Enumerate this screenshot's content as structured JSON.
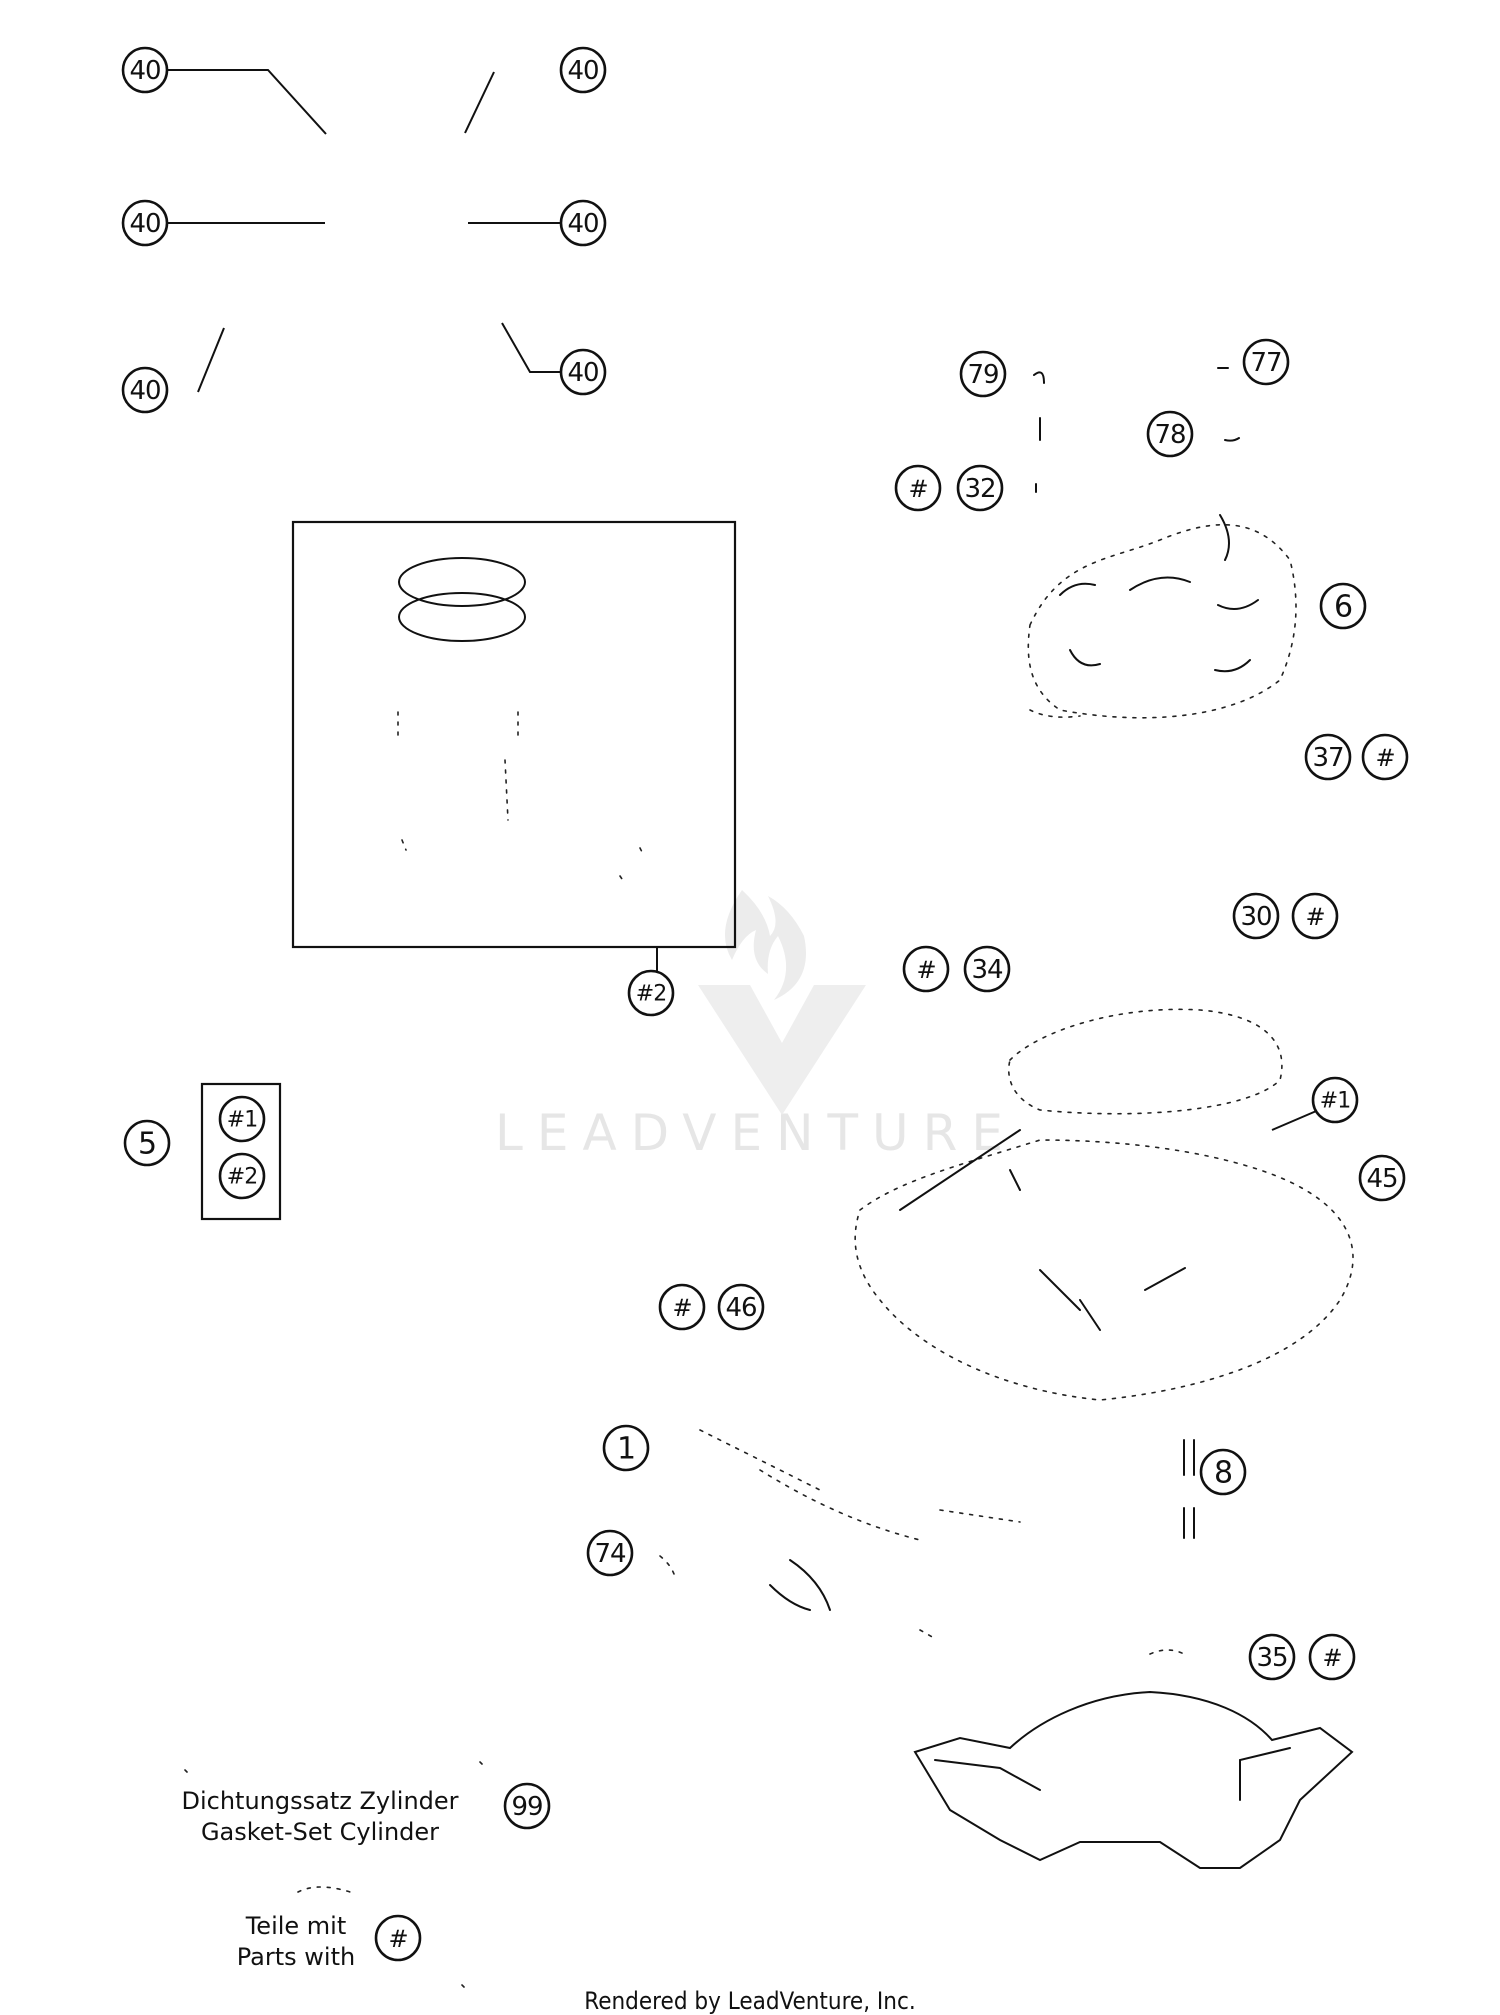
{
  "watermark": "LEADVENTURE",
  "footer": "Rendered by LeadVenture, Inc.",
  "legend": {
    "gasket_de": "Dichtungssatz Zylinder",
    "gasket_en": "Gasket-Set Cylinder",
    "gasket_ref": "99",
    "parts_de": "Teile mit",
    "parts_en": "Parts with",
    "parts_ref": "#"
  },
  "callouts": {
    "c40a": "40",
    "c40b": "40",
    "c40c": "40",
    "c40d": "40",
    "c40e": "40",
    "c40f": "40",
    "c79": "79",
    "c77": "77",
    "c78": "78",
    "h32": "#",
    "c32": "32",
    "c6": "6",
    "c37": "37",
    "h37": "#",
    "c30": "30",
    "h30": "#",
    "h34": "#",
    "c34": "34",
    "p2": "#2",
    "k1": "#1",
    "k2": "#2",
    "c5": "5",
    "p1": "#1",
    "c45": "45",
    "h46": "#",
    "c46": "46",
    "c1": "1",
    "c8": "8",
    "c74": "74",
    "c35": "35",
    "h35": "#"
  },
  "colors": {
    "ink": "#111111",
    "watermark": "#e6e6e6"
  }
}
